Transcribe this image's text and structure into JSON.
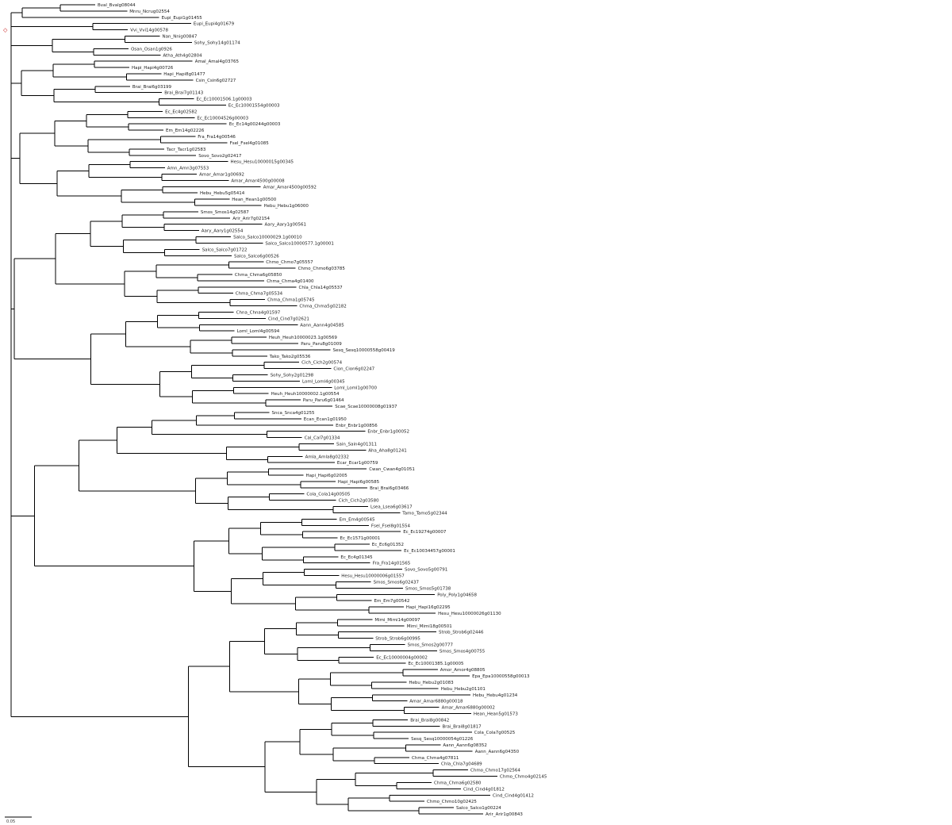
{
  "figure": {
    "kind": "phylogenetic-tree",
    "branch_color": "#000000",
    "accent_colors": {
      "root_marker": "#c00000",
      "tip_marker": "#1f3fbf"
    },
    "scale_bar_label": "0.05",
    "root_marker": "◇",
    "leaves": [
      "Bval_Bvalg08044",
      "Mnru_Ncrug02554",
      "Eupi_Eupi1g01455",
      "Eupi_Eupi4g01679",
      "Vvi_Vvi14g00578",
      "Nan_Nnig00847",
      "Sohy_Sohy14g01174",
      "Osan_Osan1g0926",
      "Atha_Ath4g02804",
      "Amal_Amal4g03765",
      "Hapi_Hapi4g00726",
      "Hapi_Hapi8g01477",
      "Csin_Csin6g02727",
      "Brai_Brai6g03199",
      "Brai_Brai7g01143",
      "Ec_Ec10001506.1g00003",
      "Ec_Ec10001554g00003",
      "Ec_Ec4g02582",
      "Ec_Ec10004526g00003",
      "Ec_Ec14g00244g00003",
      "Em_Em14g02226",
      "Fra_Fra14g00546",
      "Fsel_Fsel4g01085",
      "Tacr_Tacr1g02583",
      "Sovo_Sovo2g02417",
      "Hesu_Hesu10000015g00345",
      "Amn_Amn3g07553",
      "Amar_Amar1g00692",
      "Amar_Amar4500g00008",
      "Amar_Amar4500g00592",
      "Hebu_Hebu5g05414",
      "Hean_Hean1g00500",
      "Hebu_Hebu1g06000",
      "Smos_Smos14g02587",
      "Arir_Arir7g02154",
      "Aary_Aary1g00561",
      "Aary_Aary1g02554",
      "Salco_Salco10000029.1g00010",
      "Salco_Salco10000577.1g00001",
      "Salco_Salco7g01722",
      "Salco_Salco6g00526",
      "Chmo_Chmo7g05557",
      "Chmo_Chmo6g03785",
      "Chma_Chma6g05850",
      "Chma_Chma4g01400",
      "Chla_Chla14g05537",
      "Chma_Chma7g05534",
      "Chma_Chma1g05745",
      "Chma_Chma5g02182",
      "Chna_Chna4g01597",
      "Cind_Cind7g02621",
      "Aann_Aann4g04585",
      "Loml_Loml4g00594",
      "Heuh_Heuh10000023.1g00569",
      "Paru_Paru8g01009",
      "Sesq_Sesq10000558g00419",
      "Tako_Tako2g05536",
      "Cich_Cich2g00574",
      "Cion_Cion6g02247",
      "Sohy_Sohy2g01298",
      "Loml_Loml4g00345",
      "Loml_Loml1g00700",
      "Heuh_Heuh10000002.1g00554",
      "Paru_Paru6g01464",
      "Scae_Scae10000008g01937",
      "Snca_Snca4g01255",
      "Ecan_Ecan1g01950",
      "Enbr_Enbr1g00856",
      "Enbr_Enbr1g00052",
      "Cal_Cal7g01334",
      "Sain_Sain4g01311",
      "Aha_Aha8g01241",
      "Amla_Amla8g02332",
      "Ecar_Ecar1g00759",
      "Cwan_Cwan4g01051",
      "Hapi_Hapi6g02005",
      "Hapi_Hapi6g00585",
      "Brai_Brai6g03466",
      "Cola_Cola14g00505",
      "Cich_Cich2g03580",
      "Lsea_Lsea6g03617",
      "Tamo_Tamo5g02344",
      "Em_Em4g00545",
      "Fsel_Fsel8g01554",
      "Ec_Ec19274g00007",
      "Ec_Ec1571g00001",
      "Ec_Ec6g01352",
      "Ec_Ec10034457g00001",
      "Ec_Ec4g01345",
      "Fra_Fra14g01565",
      "Sovo_Sovo5g00791",
      "Hesu_Hesu10000006g01557",
      "Smos_Smos6g02437",
      "Smos_Smos5g01738",
      "Poly_Poly1g04658",
      "Em_Em7g00542",
      "Hapi_Hapi16g02295",
      "Hesu_Hesu10000026g01130",
      "Mimi_Mimi14g00097",
      "Mimi_Mimi18g00501",
      "Strob_Strob6g02446",
      "Strob_Strob6g00995",
      "Smos_Smos2g00777",
      "Smos_Smos4g00755",
      "Ec_Ec10000004g00002",
      "Ec_Ec10001385.1g00005",
      "Amor_Amor4g08805",
      "Epa_Epa10000558g00013",
      "Hebu_Hebu2g01083",
      "Hebu_Hebu2g01101",
      "Hebu_Hebu4g01234",
      "Amar_Amar6880g00018",
      "Amar_Amar6880g00002",
      "Hean_Hean5g01573",
      "Brai_Brai8g00842",
      "Brai_Brai8g01817",
      "Cola_Cola7g00525",
      "Sesq_Sesq10000054g01226",
      "Aann_Aann6g08352",
      "Aann_Aann6g04350",
      "Chma_Chma4g07811",
      "Chla_Chla7g04689",
      "Chmo_Chmo17g02564",
      "Chmo_Chmo4g02145",
      "Chma_Chma6g02580",
      "Cind_Cind4g01812",
      "Cind_Cind4g01412",
      "Chmo_Chmo10g02425",
      "Salco_Salco1g00224",
      "Arir_Arir1g00843"
    ]
  }
}
